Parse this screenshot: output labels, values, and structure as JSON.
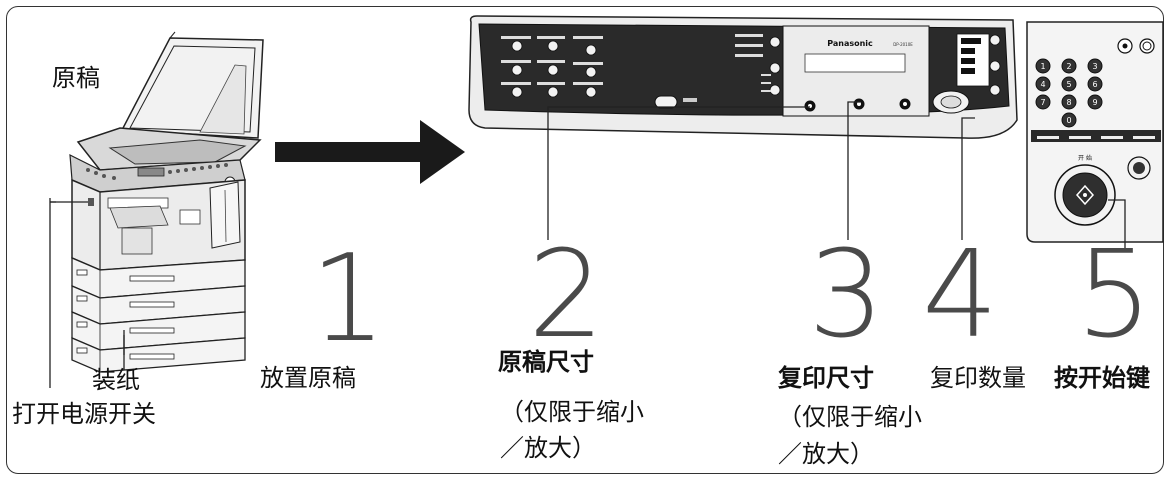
{
  "labels": {
    "original": "原稿",
    "load_paper": "装纸",
    "power_on": "打开电源开关",
    "place_original": "放置原稿",
    "original_size": "原稿尺寸",
    "original_size_note1": "（仅限于缩小",
    "original_size_note2": "／放大）",
    "copy_size": "复印尺寸",
    "copy_size_note1": "（仅限于缩小",
    "copy_size_note2": "／放大）",
    "copy_quantity": "复印数量",
    "press_start": "按开始键"
  },
  "steps": [
    "1",
    "2",
    "3",
    "4",
    "5"
  ],
  "panel": {
    "brand": "Panasonic",
    "model": "DP-2010E",
    "start_label": "开 始",
    "keypad": [
      "1",
      "2",
      "3",
      "4",
      "5",
      "6",
      "7",
      "8",
      "9",
      "0"
    ]
  }
}
